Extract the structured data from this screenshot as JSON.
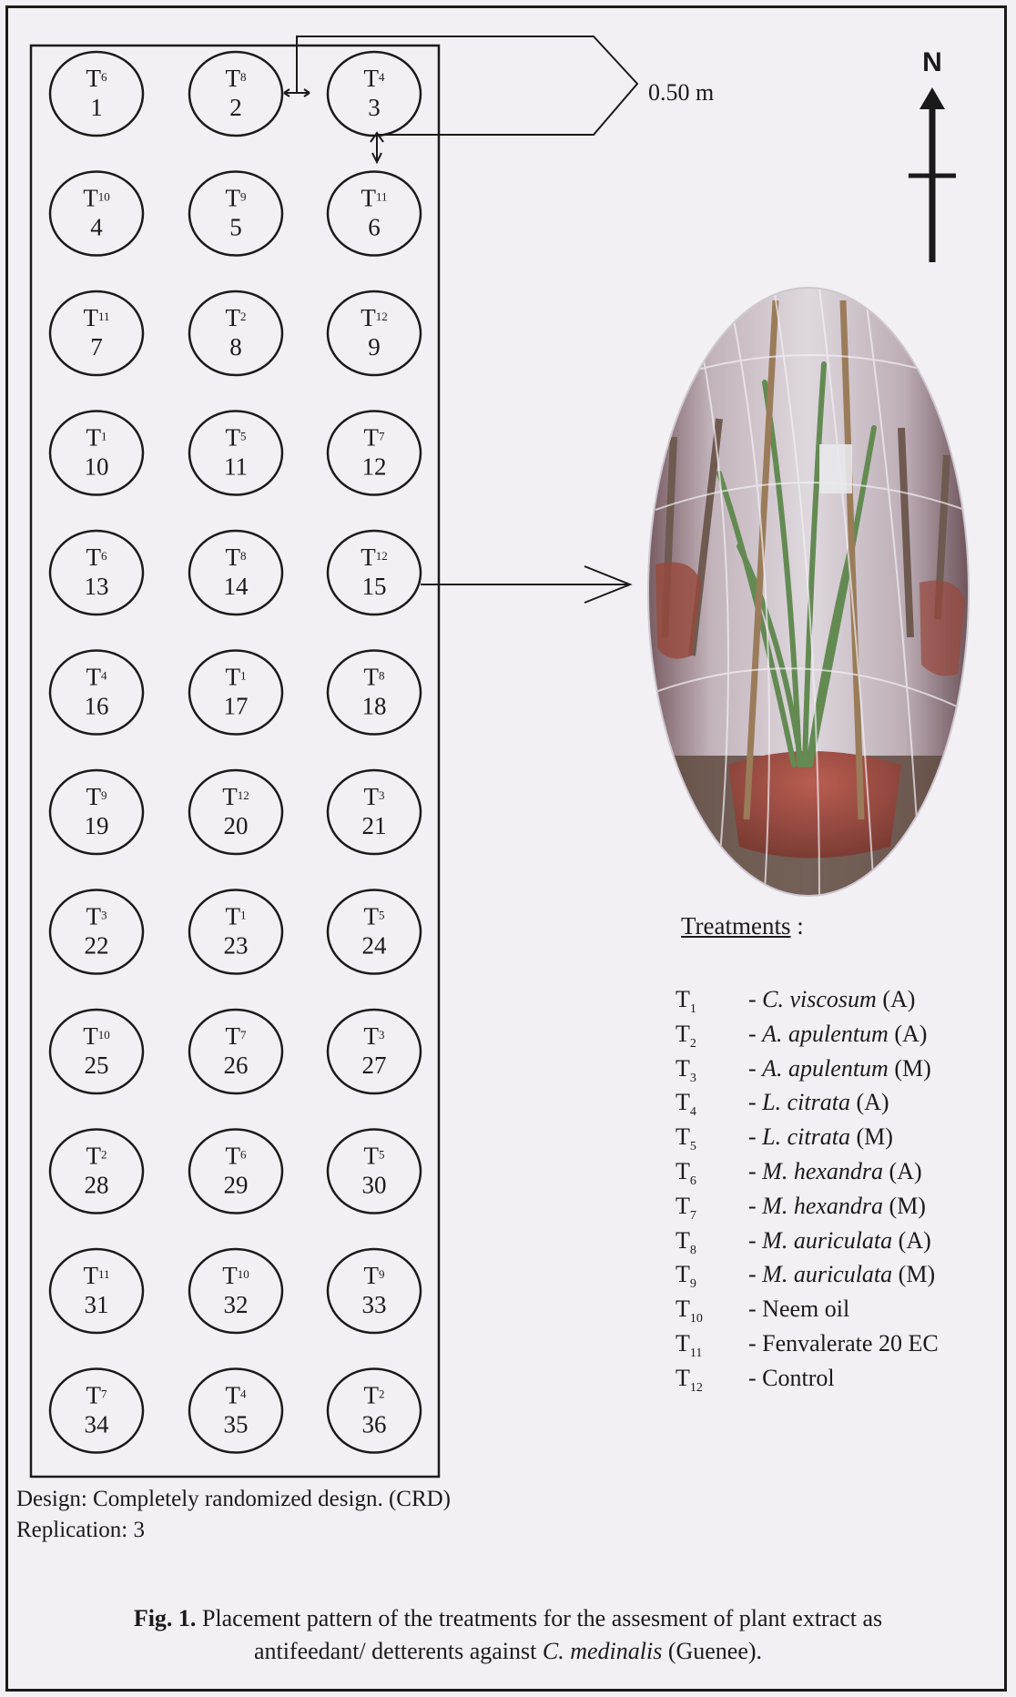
{
  "diagram": {
    "distance_label": "0.50 m",
    "north_label": "N",
    "plots": [
      {
        "t": "6",
        "n": "1"
      },
      {
        "t": "8",
        "n": "2"
      },
      {
        "t": "4",
        "n": "3"
      },
      {
        "t": "10",
        "n": "4"
      },
      {
        "t": "9",
        "n": "5"
      },
      {
        "t": "11",
        "n": "6"
      },
      {
        "t": "11",
        "n": "7"
      },
      {
        "t": "2",
        "n": "8"
      },
      {
        "t": "12",
        "n": "9"
      },
      {
        "t": "1",
        "n": "10"
      },
      {
        "t": "5",
        "n": "11"
      },
      {
        "t": "7",
        "n": "12"
      },
      {
        "t": "6",
        "n": "13"
      },
      {
        "t": "8",
        "n": "14"
      },
      {
        "t": "12",
        "n": "15"
      },
      {
        "t": "4",
        "n": "16"
      },
      {
        "t": "1",
        "n": "17"
      },
      {
        "t": "8",
        "n": "18"
      },
      {
        "t": "9",
        "n": "19"
      },
      {
        "t": "12",
        "n": "20"
      },
      {
        "t": "3",
        "n": "21"
      },
      {
        "t": "3",
        "n": "22"
      },
      {
        "t": "1",
        "n": "23"
      },
      {
        "t": "5",
        "n": "24"
      },
      {
        "t": "10",
        "n": "25"
      },
      {
        "t": "7",
        "n": "26"
      },
      {
        "t": "3",
        "n": "27"
      },
      {
        "t": "2",
        "n": "28"
      },
      {
        "t": "6",
        "n": "29"
      },
      {
        "t": "5",
        "n": "30"
      },
      {
        "t": "11",
        "n": "31"
      },
      {
        "t": "10",
        "n": "32"
      },
      {
        "t": "9",
        "n": "33"
      },
      {
        "t": "7",
        "n": "34"
      },
      {
        "t": "4",
        "n": "35"
      },
      {
        "t": "2",
        "n": "36"
      }
    ]
  },
  "legend": {
    "title": "Treatments",
    "title_suffix": " :",
    "items": [
      {
        "code": "T",
        "sub": "1",
        "dash": "- ",
        "name": "C. viscosum",
        "suffix": " (A)"
      },
      {
        "code": "T",
        "sub": "2",
        "dash": "- ",
        "name": "A. apulentum",
        "suffix": " (A)"
      },
      {
        "code": "T",
        "sub": "3",
        "dash": "- ",
        "name": "A. apulentum",
        "suffix": " (M)"
      },
      {
        "code": "T",
        "sub": "4",
        "dash": "- ",
        "name": "L. citrata",
        "suffix": " (A)"
      },
      {
        "code": "T",
        "sub": "5",
        "dash": "- ",
        "name": "L. citrata",
        "suffix": " (M)"
      },
      {
        "code": "T",
        "sub": "6",
        "dash": "- ",
        "name": "M. hexandra",
        "suffix": " (A)"
      },
      {
        "code": "T",
        "sub": "7",
        "dash": "- ",
        "name": "M. hexandra",
        "suffix": " (M)"
      },
      {
        "code": "T",
        "sub": "8",
        "dash": "- ",
        "name": "M. auriculata",
        "suffix": " (A)"
      },
      {
        "code": "T",
        "sub": "9",
        "dash": "- ",
        "name": "M. auriculata",
        "suffix": " (M)"
      },
      {
        "code": "T",
        "sub": "10",
        "dash": "- ",
        "name": "",
        "suffix": "Neem oil"
      },
      {
        "code": "T",
        "sub": "11",
        "dash": "- ",
        "name": "",
        "suffix": "Fenvalerate 20 EC"
      },
      {
        "code": "T",
        "sub": "12",
        "dash": "- ",
        "name": "",
        "suffix": "Control"
      }
    ]
  },
  "notes": {
    "design": "Design: Completely randomized design. (CRD)",
    "replication": "Replication: 3"
  },
  "caption": {
    "label": "Fig. 1.",
    "text_1": " Placement pattern of the treatments for the assesment of plant extract as",
    "text_2": "antifeedant/ detterents against ",
    "species": "C. medinalis",
    "text_3": " (Guenee)."
  },
  "colors": {
    "background": "#f2f0f4",
    "ink": "#1a1a1a",
    "net": "#e9e4ea",
    "pot": "#8a2f22",
    "soil": "#4a3326",
    "leaf": "#4f7a3c"
  }
}
